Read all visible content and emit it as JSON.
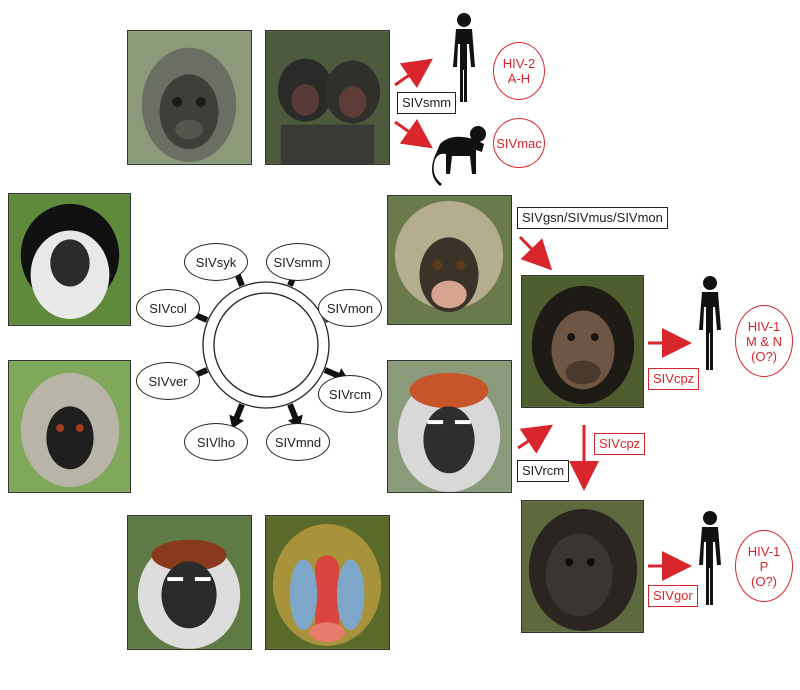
{
  "colors": {
    "accent_red": "#d9262c",
    "black": "#111111"
  },
  "hub_labels": [
    "SIVsyk",
    "SIVsmm",
    "SIVmon",
    "SIVrcm",
    "SIVmnd",
    "SIVlho",
    "SIVver",
    "SIVcol"
  ],
  "transmission_labels": {
    "smm": "SIVsmm",
    "gsn_mus_mon": "SIVgsn/SIVmus/SIVmon",
    "rcm": "SIVrcm",
    "cpz_to_human": "SIVcpz",
    "cpz_to_gorilla": "SIVcpz",
    "gor_to_human": "SIVgor"
  },
  "results": {
    "hiv2": [
      "HIV-2",
      "A-H"
    ],
    "sivmac": [
      "SIVmac"
    ],
    "hiv1_mn": [
      "HIV-1",
      "M & N",
      "(O?)"
    ],
    "hiv1_p": [
      "HIV-1",
      "P",
      "(O?)"
    ]
  },
  "icons": [
    "human-silhouette-icon",
    "macaque-silhouette-icon"
  ]
}
